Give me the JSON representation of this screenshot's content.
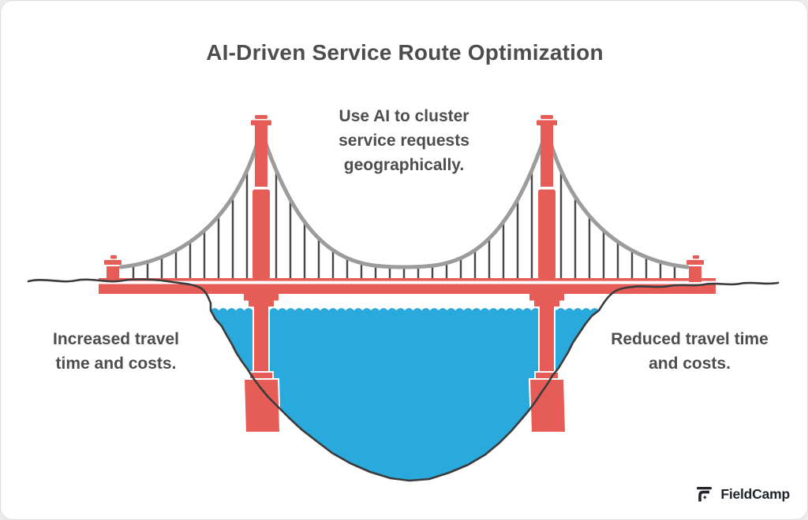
{
  "card": {
    "title": "AI-Driven Service Route Optimization"
  },
  "annotations": {
    "center": {
      "lines": [
        "Use AI to cluster",
        "service requests",
        "geographically."
      ]
    },
    "left": {
      "lines": [
        "Increased travel",
        "time and costs."
      ]
    },
    "right": {
      "lines": [
        "Reduced travel time",
        "and costs."
      ]
    }
  },
  "branding": {
    "name": "FieldCamp"
  },
  "colors": {
    "bridge_red": "#E65C57",
    "water_blue": "#29A9DC",
    "cable_gray": "#9C9C9C",
    "suspender_gray": "#474747",
    "ground_dark": "#3B3B3B",
    "text_dark": "#4D4D4D",
    "logo_dark": "#22262B"
  }
}
